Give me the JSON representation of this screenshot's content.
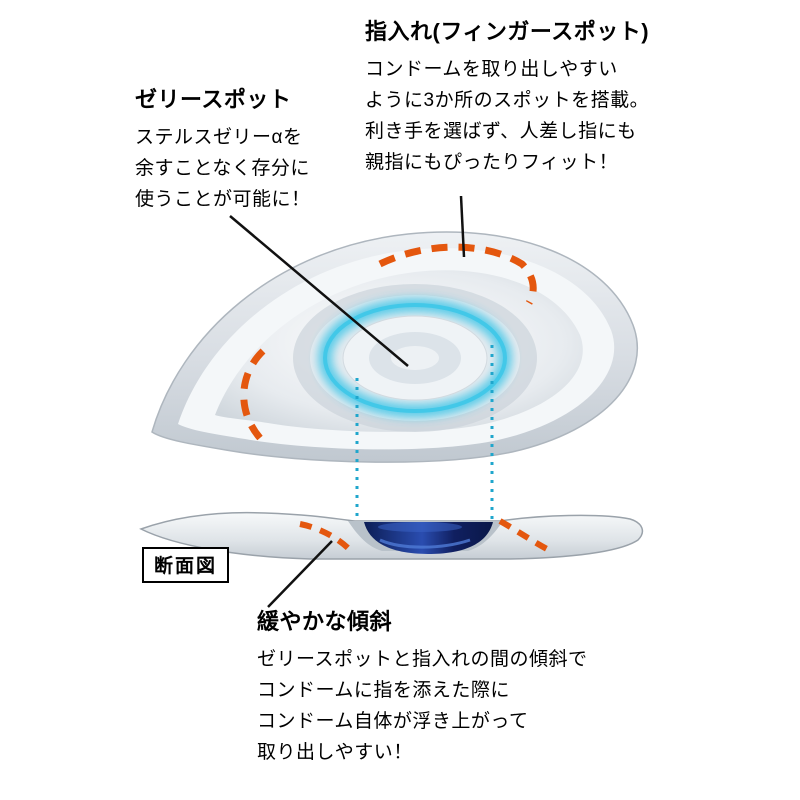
{
  "annotations": {
    "finger_spot": {
      "title": "指入れ(フィンガースポット)",
      "lines": [
        "コンドームを取り出しやすい",
        "ように3か所のスポットを搭載。",
        "利き手を選ばず、人差し指にも",
        "親指にもぴったりフィット！"
      ]
    },
    "jelly_spot": {
      "title": "ゼリースポット",
      "lines": [
        "ステルスゼリーαを",
        "余すことなく存分に",
        "使うことが可能に！"
      ]
    },
    "slope": {
      "title": "緩やかな傾斜",
      "lines": [
        "ゼリースポットと指入れの間の傾斜で",
        "コンドームに指を添えた際に",
        "コンドーム自体が浮き上がって",
        "取り出しやすい！"
      ]
    },
    "cross_section_label": "断面図"
  },
  "colors": {
    "orange": "#E4570E",
    "cyan_ring": "#3EC6E8",
    "cyan_guide": "#1FA6CC",
    "navy": "#14266B",
    "ink": "#111111"
  }
}
